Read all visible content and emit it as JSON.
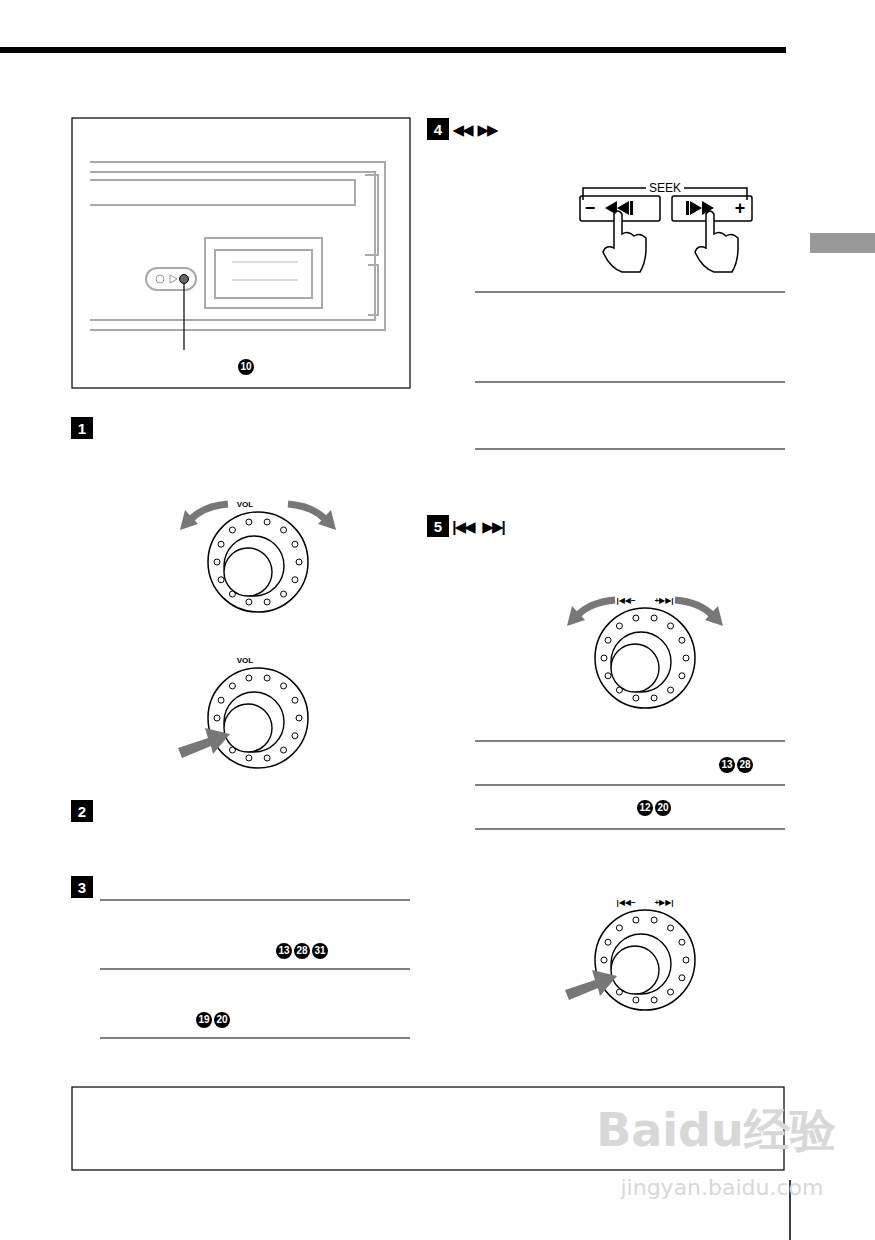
{
  "diagram": {
    "nodes": [
      {
        "text": [
          "1"
        ]
      },
      {
        "text": [
          "2"
        ]
      },
      {
        "text": [
          "3"
        ]
      },
      {
        "text": [
          "4"
        ]
      },
      {
        "text": [
          "5"
        ]
      }
    ],
    "labels": [
      "10",
      "VOL",
      "VOL",
      "13",
      "28",
      "31",
      "19",
      "20",
      "◀◀",
      "▶▶",
      "SEEK",
      "−",
      "+",
      "|◀◀",
      "▶▶|",
      "|◀◀−",
      "+▶▶|",
      "|◀◀−",
      "+▶▶|",
      "13",
      "28",
      "12",
      "20",
      "Baidu经验",
      "jingyan.baidu.com"
    ]
  }
}
